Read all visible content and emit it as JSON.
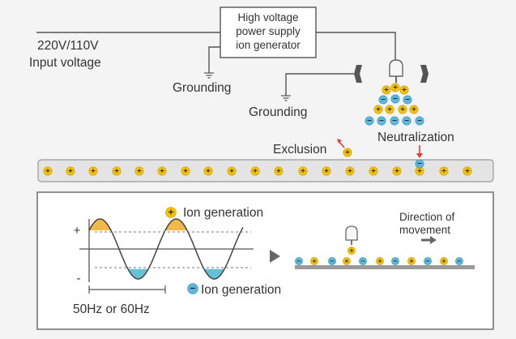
{
  "top": {
    "supply_line1": "High voltage",
    "supply_line2": "power supply",
    "supply_line3": "ion generator",
    "input_line1": "220V/110V",
    "input_line2": "Input voltage",
    "grounding_1": "Grounding",
    "grounding_2": "Grounding",
    "neutralization": "Neutralization",
    "exclusion": "Exclusion"
  },
  "bottom": {
    "positive_generation": "Ion generation",
    "negative_generation": "Ion generation",
    "plus_axis": "+",
    "minus_axis": "-",
    "frequency": "50Hz or 60Hz",
    "direction_line1": "Direction of",
    "direction_line2": "movement"
  },
  "colors": {
    "positive_ion": "#f4c20d",
    "negative_ion": "#5bb8da",
    "positive_wave_fill": "#f2b94a",
    "negative_wave_fill": "#63c3d6",
    "arrow": "#e53935",
    "line": "#555555",
    "box_border": "#777777"
  },
  "icons": {
    "positive_ion": "plus-ion-icon",
    "negative_ion": "minus-ion-icon",
    "emitter": "ion-emitter-icon",
    "arrow": "direction-arrow-icon"
  }
}
